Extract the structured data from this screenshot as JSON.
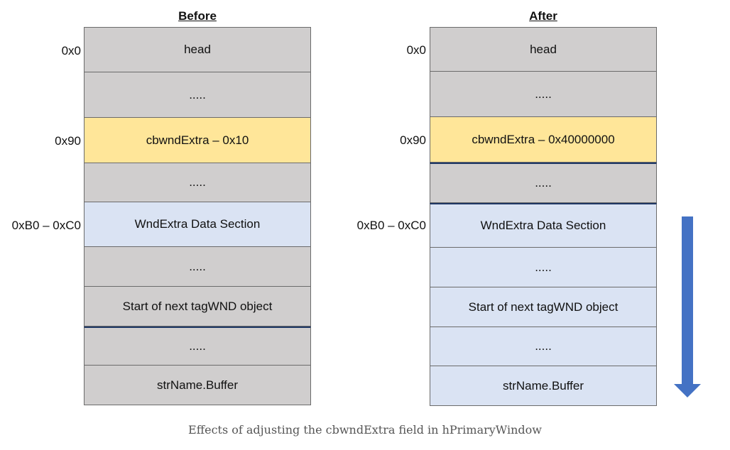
{
  "before": {
    "title": "Before",
    "addresses": [
      "0x0",
      "0x90",
      "0xB0 – 0xC0"
    ],
    "cells": [
      {
        "label": "head",
        "color": "#d0cece"
      },
      {
        "label": ".....",
        "color": "#d0cece"
      },
      {
        "label": "cbwndExtra – 0x10",
        "color": "#ffe699"
      },
      {
        "label": ".....",
        "color": "#d0cece"
      },
      {
        "label": "WndExtra Data Section",
        "color": "#dae3f3"
      },
      {
        "label": ".....",
        "color": "#d0cece"
      },
      {
        "label": "Start of next tagWND object",
        "color": "#d0cece"
      },
      {
        "label": ".....",
        "color": "#d0cece"
      },
      {
        "label": "strName.Buffer",
        "color": "#d0cece"
      }
    ]
  },
  "after": {
    "title": "After",
    "addresses": [
      "0x0",
      "0x90",
      "0xB0 – 0xC0"
    ],
    "cells": [
      {
        "label": "head",
        "color": "#d0cece"
      },
      {
        "label": ".....",
        "color": "#d0cece"
      },
      {
        "label": "cbwndExtra – 0x40000000",
        "color": "#ffe699"
      },
      {
        "label": ".....",
        "color": "#d0cece"
      },
      {
        "label": "WndExtra Data Section",
        "color": "#dae3f3"
      },
      {
        "label": ".....",
        "color": "#dae3f3"
      },
      {
        "label": "Start of next tagWND object",
        "color": "#dae3f3"
      },
      {
        "label": ".....",
        "color": "#dae3f3"
      },
      {
        "label": "strName.Buffer",
        "color": "#dae3f3"
      }
    ]
  },
  "arrow_color": "#4472c4",
  "caption": "Effects of adjusting the cbwndExtra field in hPrimaryWindow"
}
